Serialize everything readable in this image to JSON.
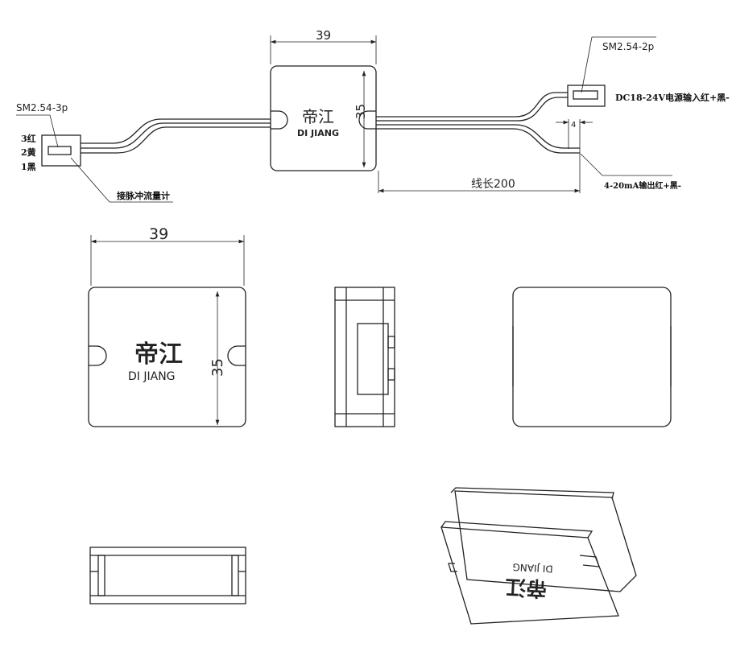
{
  "top_view": {
    "width_dim": "39",
    "height_dim": "35",
    "brand_cn": "帝江",
    "brand_en": "DI JIANG",
    "left_connector": "SM2.54-3p",
    "pin3": "3红",
    "pin2": "2黄",
    "pin1": "1黑",
    "left_note": "接脉冲流量计",
    "right_connector": "SM2.54-2p",
    "power_note": "DC18-24V电源输入红+黑-",
    "strip_dim": "4",
    "output_note": "4-20mA输出红+黑-",
    "cable_length": "线长200"
  },
  "front_view": {
    "width_dim": "39",
    "height_dim": "35",
    "brand_cn": "帝江",
    "brand_en": "DI JIANG"
  },
  "iso_view": {
    "brand_cn": "帝江",
    "brand_en": "DI JIANG"
  }
}
